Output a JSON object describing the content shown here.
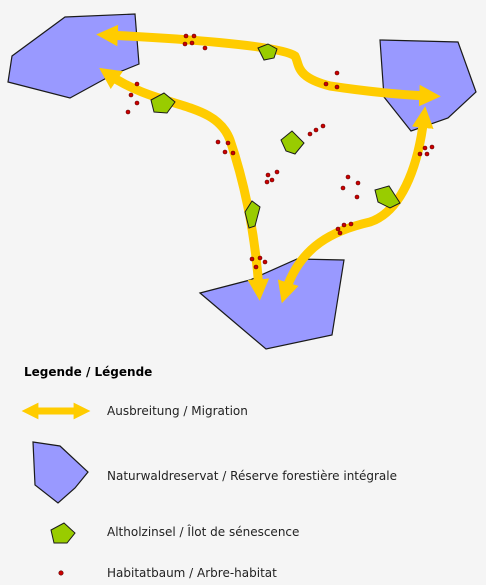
{
  "legend": {
    "title": "Legende / Légende",
    "items": [
      {
        "icon": "double-arrow-icon",
        "label": "Ausbreitung / Migration"
      },
      {
        "icon": "reserve-polygon-icon",
        "label": "Naturwaldreservat / Réserve forestière intégrale"
      },
      {
        "icon": "senescence-island-icon",
        "label": "Altholzinsel / Îlot de sénescence"
      },
      {
        "icon": "habitat-tree-dot-icon",
        "label": "Habitatbaum / Arbre-habitat"
      }
    ]
  },
  "colors": {
    "background": "#f5f5f5",
    "reserve_fill": "#9999ff",
    "senescence_fill": "#99cc00",
    "arrow": "#ffcc00",
    "habitat_tree": "#cc0000",
    "outline": "#1a1a1a"
  }
}
